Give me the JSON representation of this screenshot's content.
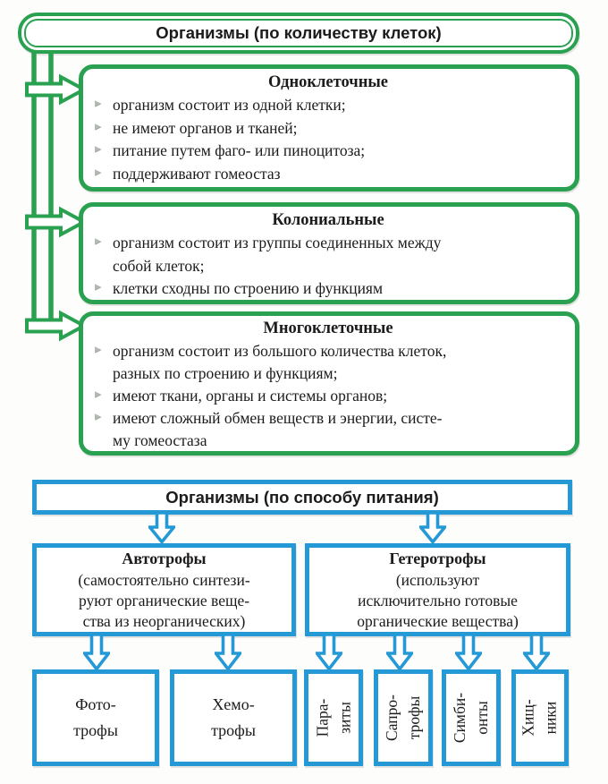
{
  "palette": {
    "green": "#2aa150",
    "blue": "#2599d6",
    "ink": "#1b1b1b",
    "bullet_gray": "#b3b9b2"
  },
  "cells": {
    "title": "Организмы (по количеству клеток)",
    "boxes": [
      {
        "title": "Одноклеточные",
        "bullets": [
          [
            "организм состоит из одной клетки;"
          ],
          [
            "не имеют органов и тканей;"
          ],
          [
            "питание путем фаго- или пиноцитоза;"
          ],
          [
            "поддерживают гомеостаз"
          ]
        ]
      },
      {
        "title": "Колониальные",
        "bullets": [
          [
            "организм состоит из группы соединенных между",
            "собой клеток;"
          ],
          [
            "клетки сходны по строению и функциям"
          ]
        ]
      },
      {
        "title": "Многоклеточные",
        "bullets": [
          [
            "организм состоит из большого количества клеток,",
            "разных по строению и функциям;"
          ],
          [
            "имеют ткани, органы и системы органов;"
          ],
          [
            "имеют сложный обмен веществ и энергии, систе-",
            "му гомеостаза"
          ]
        ]
      }
    ]
  },
  "nutrition": {
    "title": "Организмы (по способу питания)",
    "groups": [
      {
        "title": "Автотрофы",
        "desc": [
          "(самостоятельно синтези-",
          "руют органические веще-",
          "ства из неорганических)"
        ]
      },
      {
        "title": "Гетеротрофы",
        "desc": [
          "(используют",
          "исключительно готовые",
          "органические вещества)"
        ]
      }
    ],
    "leaves": [
      {
        "line1": "Фото-",
        "line2": "трофы"
      },
      {
        "line1": "Хемо-",
        "line2": "трофы"
      },
      {
        "line1": "Пара-",
        "line2": "зиты"
      },
      {
        "line1": "Сапро-",
        "line2": "трофы"
      },
      {
        "line1": "Симби-",
        "line2": "онты"
      },
      {
        "line1": "Хищ-",
        "line2": "ники"
      }
    ]
  }
}
